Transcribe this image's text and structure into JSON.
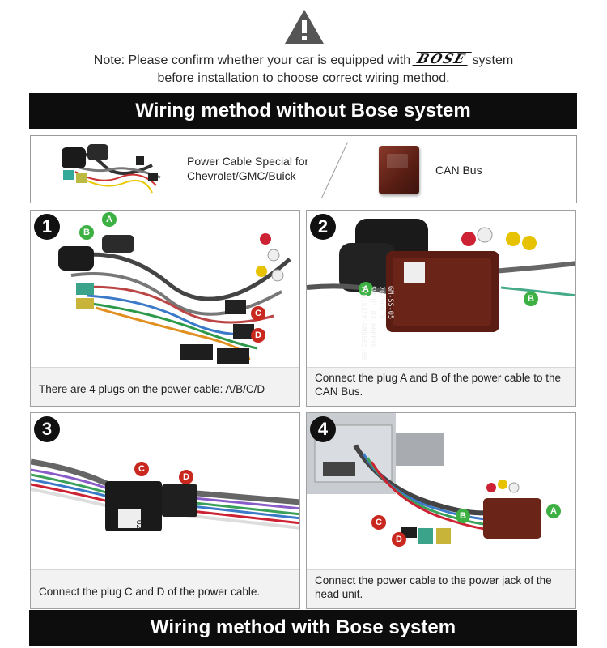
{
  "note": {
    "icon": "warning-triangle-icon",
    "line1_before": "Note: Please confirm whether your car is equipped with",
    "brand": "BOSE",
    "line1_after": "system",
    "line2": "before installation to choose correct wiring method."
  },
  "sections": {
    "without_bose_title": "Wiring method without Bose system",
    "with_bose_title": "Wiring method with Bose system"
  },
  "parts": {
    "cable_label": "Power Cable Special for Chevrolet/GMC/Buick",
    "canbus_label": "CAN Bus"
  },
  "steps": [
    {
      "number": "1",
      "caption": "There are 4 plugs on the power cable: A/B/C/D",
      "tags": [
        "A",
        "B",
        "C",
        "D"
      ]
    },
    {
      "number": "2",
      "caption": "Connect the plug A and B of the power cable to the CAN Bus.",
      "tags": [
        "A",
        "B"
      ],
      "module_text": [
        "GM-SS-05",
        "20190618",
        "SW:D1.01.006BYP",
        "P/N:53XP-GMSS05-00"
      ]
    },
    {
      "number": "3",
      "caption": "Connect the plug C and D of the power cable.",
      "tags": [
        "C",
        "D"
      ],
      "sticker_text": "02"
    },
    {
      "number": "4",
      "caption": "Connect the power cable to the power jack of the head unit.",
      "tags": [
        "A",
        "B",
        "C",
        "D"
      ]
    }
  ],
  "colors": {
    "band": "#0d0d0d",
    "tag_green": "#3cb043",
    "tag_red": "#c8281e",
    "canbus": "#6b2418"
  }
}
